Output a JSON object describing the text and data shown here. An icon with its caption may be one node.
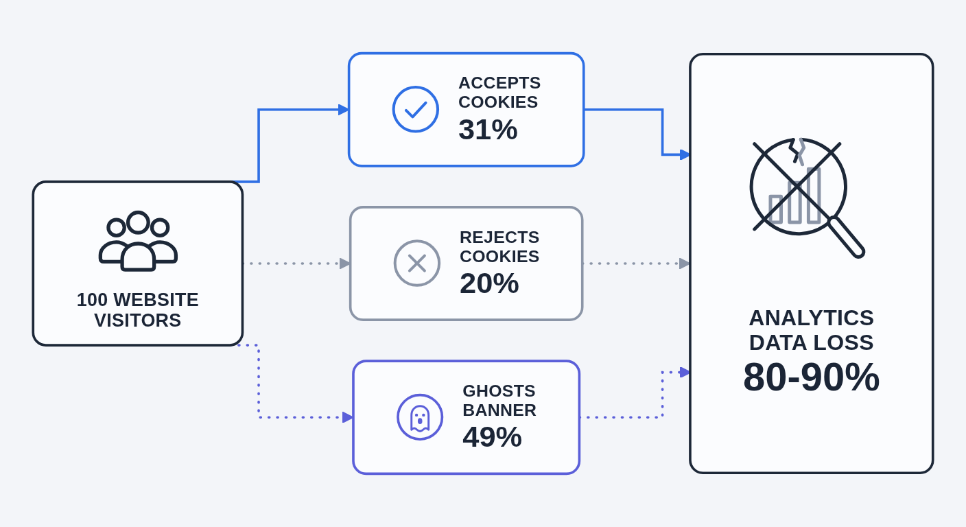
{
  "diagram": {
    "nodes": [
      {
        "text": [
          "100 WEBSITE VISITORS"
        ]
      },
      {
        "text": [
          "ACCEPTS COOKIES",
          "31%"
        ]
      },
      {
        "text": [
          "REJECTS COOKIES",
          "20%"
        ]
      },
      {
        "text": [
          "GHOSTS BANNER",
          "49%"
        ]
      },
      {
        "text": [
          "ANALYTICS DATA LOSS",
          "80-90%"
        ]
      }
    ],
    "edges": [
      {
        "from": 0,
        "to": 1,
        "arrow": "to",
        "color": "#2f6fe4"
      },
      {
        "from": 0,
        "to": 2,
        "arrow": "to",
        "style": "dashed",
        "color": "#8b95a7"
      },
      {
        "from": 0,
        "to": 3,
        "arrow": "to",
        "style": "dashed",
        "color": "#5b5fd9"
      },
      {
        "from": 1,
        "to": 4,
        "arrow": "to",
        "color": "#2f6fe4"
      },
      {
        "from": 2,
        "to": 4,
        "arrow": "to",
        "style": "dashed",
        "color": "#8b95a7"
      },
      {
        "from": 3,
        "to": 4,
        "arrow": "to",
        "style": "dashed",
        "color": "#5b5fd9"
      }
    ]
  }
}
